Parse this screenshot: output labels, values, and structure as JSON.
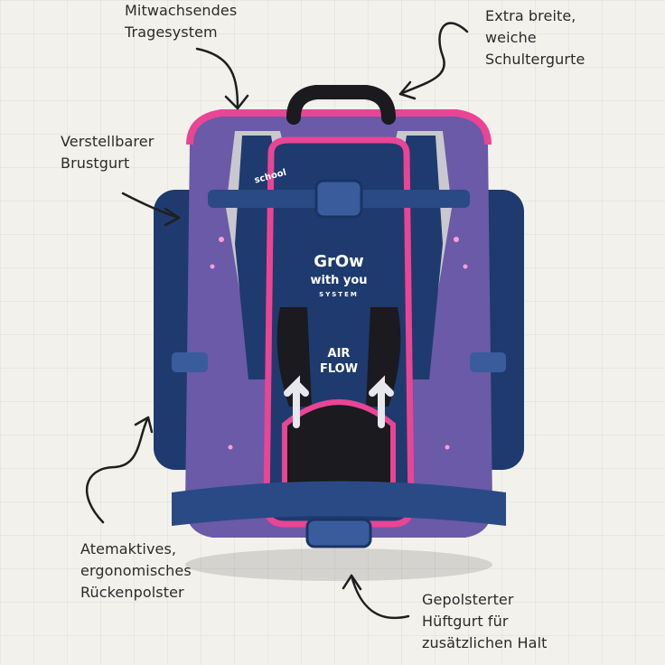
{
  "callouts": {
    "top_left": {
      "line1": "Mitwachsendes",
      "line2": "Tragesystem"
    },
    "top_right": {
      "line1": "Extra breite,",
      "line2": "weiche",
      "line3": "Schultergurte"
    },
    "mid_left": {
      "line1": "Verstellbarer",
      "line2": "Brustgurt"
    },
    "bottom_left": {
      "line1": "Atemaktives,",
      "line2": "ergonomisches",
      "line3": "Rückenpolster"
    },
    "bottom_right": {
      "line1": "Gepolsterter",
      "line2": "Hüftgurt für",
      "line3": "zusätzlichen Halt"
    }
  },
  "product": {
    "logo": {
      "line1": "GrOw",
      "line2": "with you",
      "line3": "SYSTEM"
    },
    "vent_label": {
      "line1": "AIR",
      "line2": "FLOW"
    },
    "strap_tag": "school"
  },
  "colors": {
    "navy": "#1f3a6e",
    "navy_dark": "#152a52",
    "purple": "#6a5aa8",
    "pink": "#e94594",
    "grey_pad": "#c9c8cf",
    "black_mesh": "#1a1a1f",
    "background": "#f3f1ec"
  }
}
